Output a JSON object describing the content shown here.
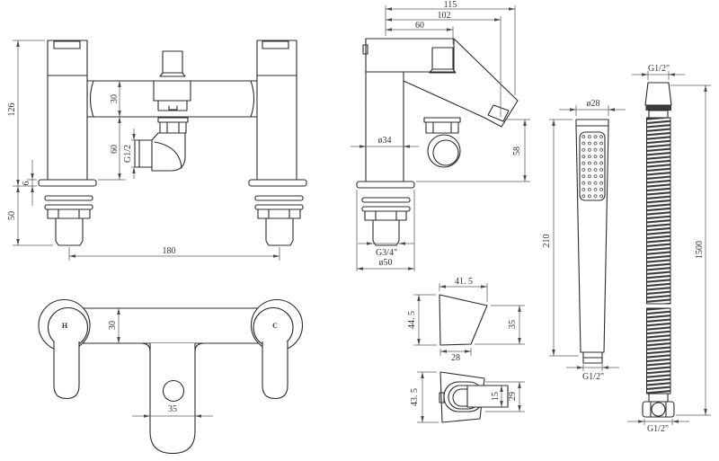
{
  "front_view": {
    "height": "126",
    "deck_plate": "6",
    "shank_length": "50",
    "body_height": "30",
    "outlet_drop": "60",
    "outlet_thread": "G1/2",
    "tap_centres": "180"
  },
  "side_view": {
    "overall_depth": "115",
    "spout_reach": "102",
    "handle_depth": "60",
    "body_diameter": "ø34",
    "spout_height": "58",
    "shank_thread": "G3/4\"",
    "base_diameter": "ø50"
  },
  "plan_view": {
    "hot_label": "H",
    "cold_label": "C",
    "body_width": "30",
    "column_width": "35"
  },
  "handset": {
    "head_diameter": "ø28",
    "length": "210",
    "thread": "G1/2\""
  },
  "hose": {
    "top_thread": "G1/2\"",
    "length": "1500",
    "bottom_thread": "G1/2\""
  },
  "bracket_side_view": {
    "top_width": "41. 5",
    "height": "44. 5",
    "right_height": "35",
    "bottom_width": "28"
  },
  "bracket_front_view": {
    "height": "43. 5",
    "slot_height": "15",
    "opening_height": "29"
  }
}
